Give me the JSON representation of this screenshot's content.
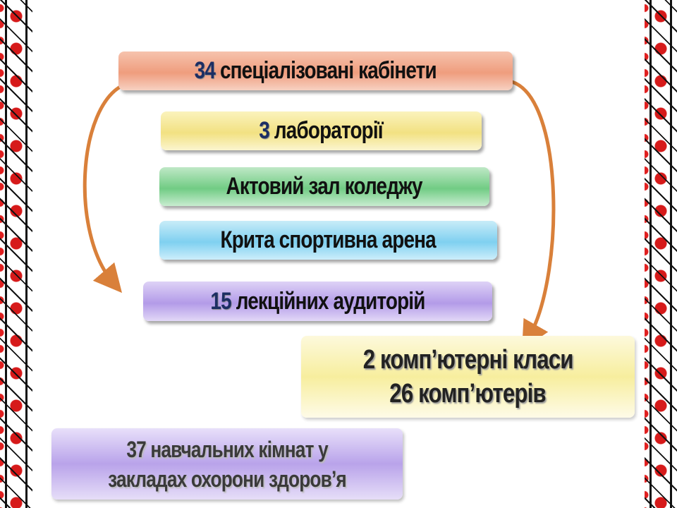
{
  "boxes": {
    "cabinets": {
      "number": "34",
      "text": " спеціалізовані кабінети"
    },
    "labs": {
      "number": "3",
      "text": " лабораторії"
    },
    "hall": {
      "text": "Актовий зал коледжу"
    },
    "arena": {
      "text": "Крита спортивна арена"
    },
    "auditoriums": {
      "number": "15",
      "text": " лекційних аудиторій"
    },
    "computers": {
      "line1": "2 комп’ютерні класи",
      "line2": "26 комп’ютерів"
    },
    "rooms": {
      "line1": "37 навчальних кімнат у",
      "line2": "закладах охорони здоров’я"
    }
  },
  "colors": {
    "arrow": "#d9803a",
    "number": "#1c2e63"
  }
}
